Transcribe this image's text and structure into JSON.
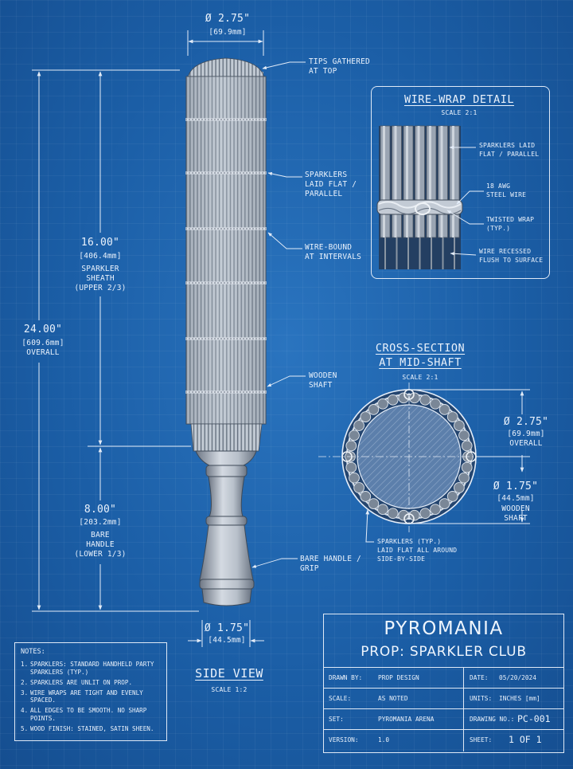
{
  "side_view": {
    "top_dim": "Ø 2.75\"",
    "top_dim_mm": "[69.9mm]",
    "bottom_dim": "Ø 1.75\"",
    "bottom_dim_mm": "[44.5mm]",
    "overall_dim": "24.00\"",
    "overall_mm": "[609.6mm]",
    "overall_label": "OVERALL",
    "sheath_dim": "16.00\"",
    "sheath_mm": "[406.4mm]",
    "sheath_l1": "SPARKLER",
    "sheath_l2": "SHEATH",
    "sheath_l3": "(UPPER 2/3)",
    "handle_dim": "8.00\"",
    "handle_mm": "[203.2mm]",
    "handle_l1": "BARE",
    "handle_l2": "HANDLE",
    "handle_l3": "(LOWER 1/3)",
    "callout_tips_1": "TIPS GATHERED",
    "callout_tips_2": "AT TOP",
    "callout_parallel_1": "SPARKLERS",
    "callout_parallel_2": "LAID FLAT /",
    "callout_parallel_3": "PARALLEL",
    "callout_wire_1": "WIRE-BOUND",
    "callout_wire_2": "AT INTERVALS",
    "callout_shaft_1": "WOODEN",
    "callout_shaft_2": "SHAFT",
    "callout_handle_1": "BARE HANDLE /",
    "callout_handle_2": "GRIP",
    "title": "SIDE VIEW",
    "scale": "SCALE 1:2"
  },
  "wire_detail": {
    "title": "WIRE-WRAP DETAIL",
    "scale": "SCALE 2:1",
    "c1a": "SPARKLERS LAID",
    "c1b": "FLAT / PARALLEL",
    "c2a": "18 AWG",
    "c2b": "STEEL WIRE",
    "c3a": "TWISTED WRAP",
    "c3b": "(TYP.)",
    "c4a": "WIRE RECESSED",
    "c4b": "FLUSH TO SURFACE"
  },
  "cross_section": {
    "title1": "CROSS-SECTION",
    "title2": "AT MID-SHAFT",
    "scale": "SCALE 2:1",
    "outer_dim": "Ø 2.75\"",
    "outer_mm": "[69.9mm]",
    "outer_label": "OVERALL",
    "inner_dim": "Ø 1.75\"",
    "inner_mm": "[44.5mm]",
    "inner_l1": "WOODEN",
    "inner_l2": "SHAFT",
    "callout_1": "SPARKLERS (TYP.)",
    "callout_2": "LAID FLAT ALL AROUND",
    "callout_3": "SIDE-BY-SIDE"
  },
  "notes": {
    "header": "NOTES:",
    "items": [
      {
        "n": "1.",
        "text": "SPARKLERS: STANDARD HANDHELD PARTY SPARKLERS (TYP.)"
      },
      {
        "n": "2.",
        "text": "SPARKLERS ARE UNLIT ON PROP."
      },
      {
        "n": "3.",
        "text": "WIRE WRAPS ARE TIGHT AND EVENLY SPACED."
      },
      {
        "n": "4.",
        "text": "ALL EDGES TO BE SMOOTH. NO SHARP POINTS."
      },
      {
        "n": "5.",
        "text": "WOOD FINISH: STAINED, SATIN SHEEN."
      }
    ]
  },
  "title_block": {
    "brand": "PYROMANIA",
    "subtitle": "PROP: SPARKLER CLUB",
    "drawn_by_label": "DRAWN BY:",
    "drawn_by": "PROP DESIGN",
    "date_label": "DATE:",
    "date": "05/20/2024",
    "scale_label": "SCALE:",
    "scale": "AS NOTED",
    "units_label": "UNITS:",
    "units": "INCHES [mm]",
    "set_label": "SET:",
    "set": "PYROMANIA ARENA",
    "drawing_no_label": "DRAWING NO.:",
    "drawing_no": "PC-001",
    "version_label": "VERSION:",
    "version": "1.0",
    "sheet_label": "SHEET:",
    "sheet": "1 OF 1"
  },
  "colors": {
    "background": "#1b5ea6",
    "line": "#e3ecf8",
    "metal": "#aab4c0"
  }
}
